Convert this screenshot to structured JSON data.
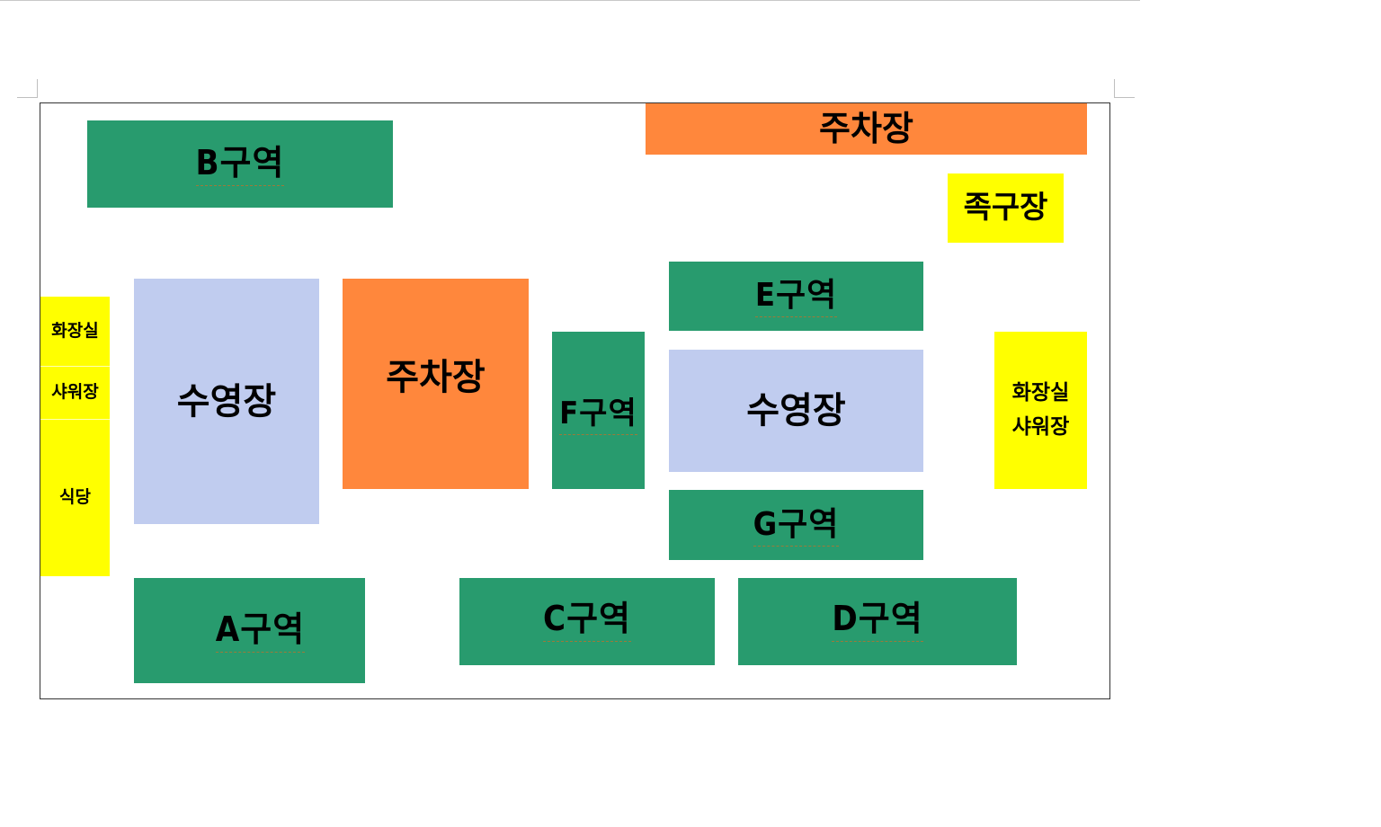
{
  "map": {
    "zones": {
      "a": "A구역",
      "b": "B구역",
      "c": "C구역",
      "d": "D구역",
      "e": "E구역",
      "f": "F구역",
      "g": "G구역"
    },
    "parking_top": "주차장",
    "parking_center": "주차장",
    "pool_left": "수영장",
    "pool_right": "수영장",
    "foot_volleyball": "족구장",
    "left_facilities": {
      "restroom": "화장실",
      "shower": "샤워장",
      "cafeteria": "식당"
    },
    "right_facilities": {
      "restroom": "화장실",
      "shower": "샤워장"
    }
  },
  "colors": {
    "zone": "#289b6e",
    "parking": "#ff873c",
    "pool": "#c0ccef",
    "facility": "#ffff00"
  }
}
